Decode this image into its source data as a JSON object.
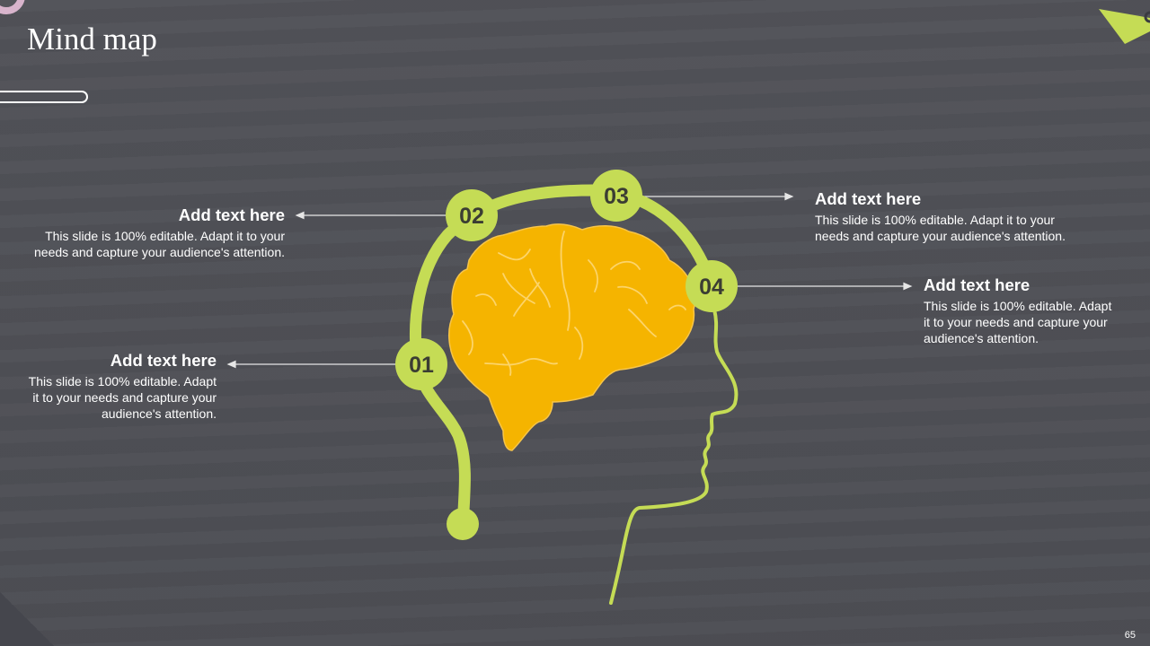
{
  "slide": {
    "title": "Mind map",
    "page_number": "65"
  },
  "colors": {
    "background": "#4f5056",
    "accent_green": "#c5dc55",
    "brain_orange": "#f5b400",
    "brain_lines": "#fcd46a",
    "node_text": "#3b3d33",
    "ring_pink": "#d8b4cc",
    "text": "#ffffff"
  },
  "nodes": [
    {
      "number": "01",
      "heading": "Add text here",
      "body_lines": [
        "This slide is 100% editable. Adapt",
        "it to your needs and capture your",
        "audience's attention."
      ]
    },
    {
      "number": "02",
      "heading": "Add text here",
      "body_lines": [
        "This slide is 100% editable. Adapt it to your",
        "needs and capture your audience's attention."
      ]
    },
    {
      "number": "03",
      "heading": "Add text here",
      "body_lines": [
        "This slide is 100% editable. Adapt it to your",
        "needs and capture your audience's attention."
      ]
    },
    {
      "number": "04",
      "heading": "Add text here",
      "body_lines": [
        "This slide is 100% editable. Adapt",
        "it to your needs and capture your",
        "audience's attention."
      ]
    }
  ],
  "icons": {
    "center": "brain-in-head-icon",
    "corner_top_left": "ring-icon",
    "corner_top_right": "triangle-icon"
  }
}
